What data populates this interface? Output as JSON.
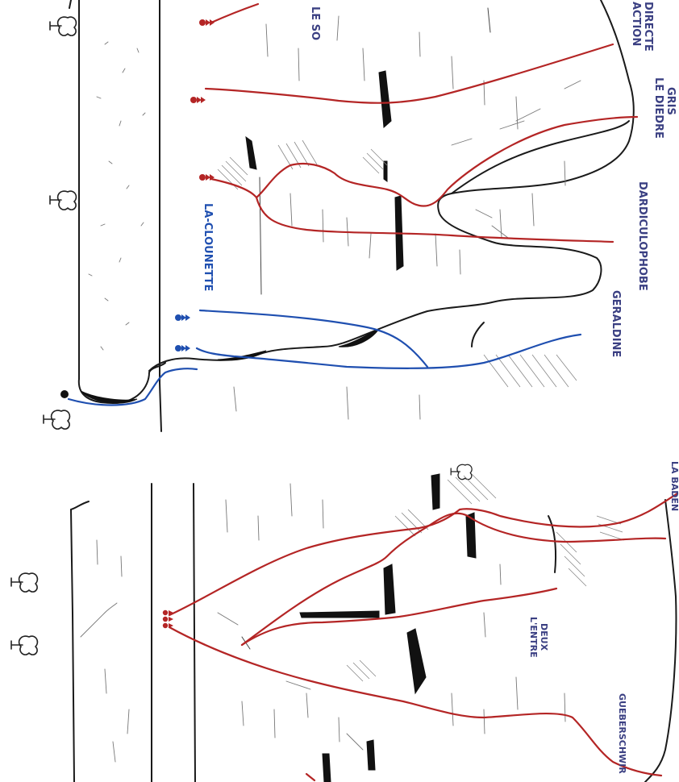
{
  "panels": [
    {
      "id": "top",
      "routes": [
        {
          "label": "LE SO",
          "color": "#b42525"
        },
        {
          "label": "ACTION\nDIRECTE",
          "color": "#b42525"
        },
        {
          "label": "LE DIEDRE\nGRIS",
          "color": "#b42525"
        },
        {
          "label": "LA-CLOUNETTE",
          "color": "#1f4fb0"
        },
        {
          "label": "DARDICULOPHOBE",
          "color": "#b42525"
        },
        {
          "label": "GERALDINE",
          "color": "#1f4fb0"
        }
      ]
    },
    {
      "id": "bottom",
      "routes": [
        {
          "label": "LA BADEN",
          "color": "#b42525"
        },
        {
          "label": "L'ENTRE\nDEUX",
          "color": "#b42525"
        },
        {
          "label": "GUEBERSCHWIR",
          "color": "#b42525"
        }
      ]
    }
  ],
  "colors": {
    "route_red": "#b42525",
    "route_blue": "#1f4fb0",
    "label": "#3a3f82",
    "rock": "#1a1a1a"
  }
}
